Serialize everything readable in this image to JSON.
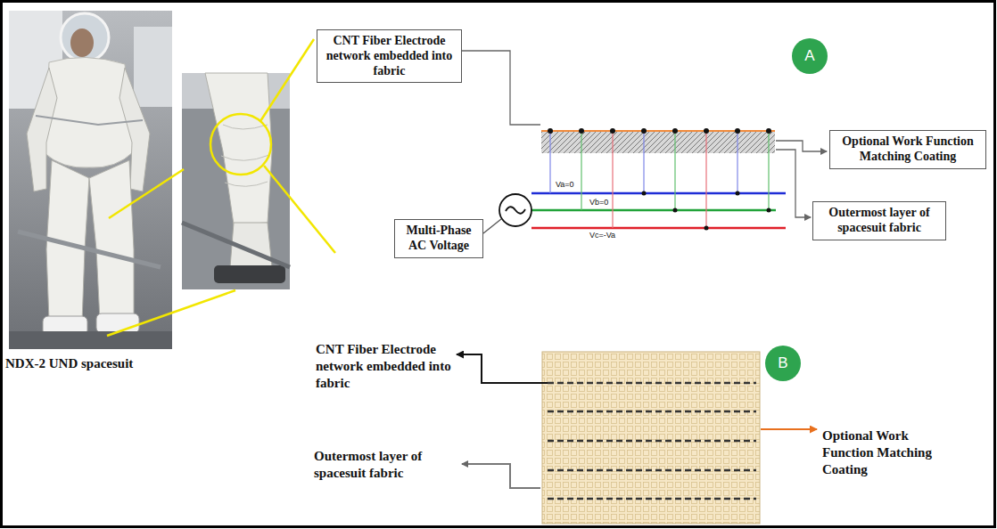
{
  "diagram": {
    "nodes": [
      {
        "text": [
          "A"
        ]
      },
      {
        "text": [
          "CNT Fiber Electrode network embedded into fabric"
        ]
      },
      {
        "text": [
          "Optional Work Function Matching Coating"
        ]
      },
      {
        "text": [
          "Outermost layer of spacesuit fabric"
        ]
      },
      {
        "text": [
          "Multi-Phase AC Voltage"
        ]
      },
      {
        "text": [
          "B"
        ]
      }
    ],
    "labels": [
      "NDX-2 UND spacesuit",
      "Va=0",
      "Vb=0",
      "Vc=-Va",
      "CNT Fiber Electrode network embedded into fabric",
      "Outermost layer of spacesuit fabric",
      "Optional Work Function Matching Coating"
    ]
  }
}
